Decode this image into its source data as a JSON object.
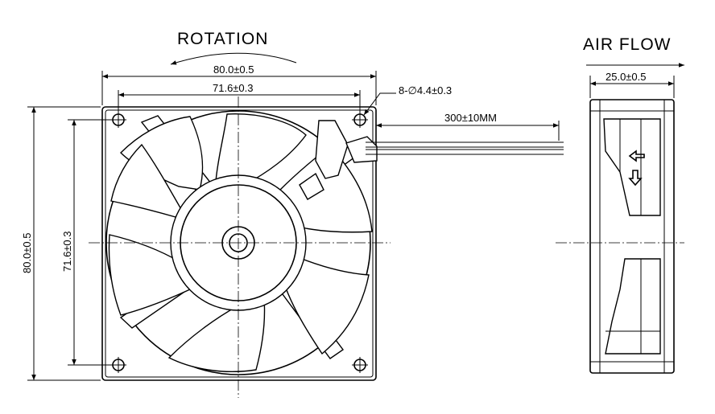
{
  "labels": {
    "rotation": "ROTATION",
    "air_flow": "AIR FLOW"
  },
  "dimensions": {
    "front_width_outer": "80.0±0.5",
    "front_width_inner": "71.6±0.3",
    "mounting_holes": "8-∅4.4±0.3",
    "cable_length": "300±10MM",
    "side_thickness": "25.0±0.5",
    "front_height_outer": "80.0±0.5",
    "front_height_inner": "71.6±0.3"
  }
}
